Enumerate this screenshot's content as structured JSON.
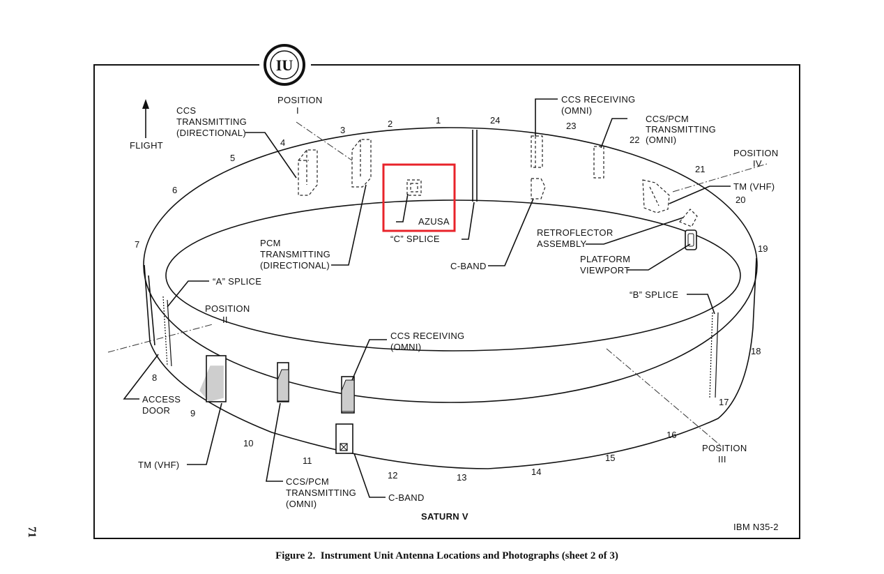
{
  "logo": {
    "text": "IU"
  },
  "flight": "FLIGHT",
  "positions": {
    "p1": [
      "POSITION",
      "I"
    ],
    "p2": [
      "POSITION",
      "II"
    ],
    "p3": [
      "POSITION",
      "III"
    ],
    "p4": [
      "POSITION",
      "IV"
    ]
  },
  "station_numbers": [
    "1",
    "2",
    "3",
    "4",
    "5",
    "6",
    "7",
    "8",
    "9",
    "10",
    "11",
    "12",
    "13",
    "14",
    "15",
    "16",
    "17",
    "18",
    "19",
    "20",
    "21",
    "22",
    "23",
    "24"
  ],
  "labels": {
    "ccs_tx_dir": [
      "CCS",
      "TRANSMITTING",
      "(DIRECTIONAL)"
    ],
    "pcm_tx_dir": [
      "PCM",
      "TRANSMITTING",
      "(DIRECTIONAL)"
    ],
    "azusa": "AZUSA",
    "c_splice": "“C” SPLICE",
    "c_band_top": "C-BAND",
    "ccs_rx_top": [
      "CCS RECEIVING",
      "(OMNI)"
    ],
    "ccs_pcm_tx_top": [
      "CCS/PCM",
      "TRANSMITTING",
      "(OMNI)"
    ],
    "tm_vhf_right": "TM (VHF)",
    "retroflector": [
      "RETROFLECTOR",
      "ASSEMBLY"
    ],
    "platform_viewport": [
      "PLATFORM",
      "VIEWPORT"
    ],
    "a_splice": "“A” SPLICE",
    "b_splice": "“B” SPLICE",
    "ccs_rx_bottom": [
      "CCS RECEIVING",
      "(OMNI)"
    ],
    "access_door": [
      "ACCESS",
      "DOOR"
    ],
    "tm_vhf_bottom": "TM (VHF)",
    "ccs_pcm_tx_bottom": [
      "CCS/PCM",
      "TRANSMITTING",
      "(OMNI)"
    ],
    "c_band_bottom": "C-BAND",
    "saturn": "SATURN V",
    "ibm_code": "IBM N35-2"
  },
  "caption": "Figure 2.  Instrument Unit Antenna Locations and Photographs (sheet 2 of 3)",
  "page_number": "71",
  "highlight_color": "#e8232a"
}
